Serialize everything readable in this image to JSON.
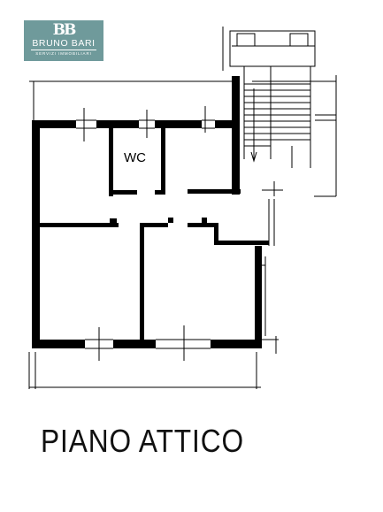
{
  "logo": {
    "mark": "BB",
    "brand": "BRUNO BARI",
    "tagline": "SERVIZI IMMOBILIARI",
    "color": "#6f9a9b"
  },
  "floor_plan": {
    "room_label": "WC",
    "title": "PIANO ATTICO"
  }
}
